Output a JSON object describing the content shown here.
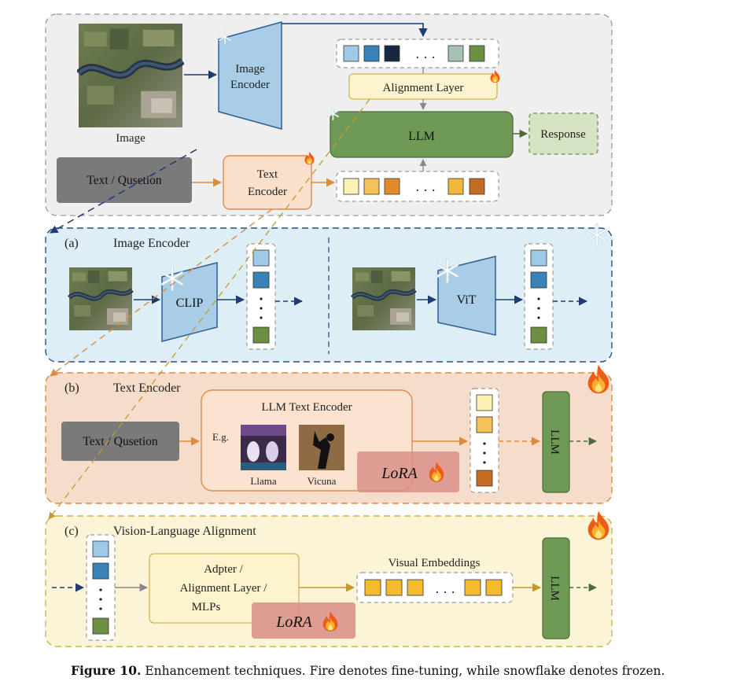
{
  "top": {
    "image_label": "Image",
    "image_encoder_line1": "Image",
    "image_encoder_line2": "Encoder",
    "alignment_layer": "Alignment Layer",
    "llm": "LLM",
    "response": "Response",
    "text_question": "Text / Qusetion",
    "text_encoder_line1": "Text",
    "text_encoder_line2": "Encoder",
    "dots": ". . ."
  },
  "section_a": {
    "marker": "(a)",
    "title": "Image Encoder",
    "clip": "CLIP",
    "vit": "ViT"
  },
  "section_b": {
    "marker": "(b)",
    "title": "Text Encoder",
    "text_question": "Text / Qusetion",
    "llm_text_encoder": "LLM Text Encoder",
    "eg": "E.g.",
    "llama": "Llama",
    "vicuna": "Vicuna",
    "lora": "LoRA",
    "llm": "LLM"
  },
  "section_c": {
    "marker": "(c)",
    "title": "Vision-Language Alignment",
    "adapter_line1": "Adpter /",
    "adapter_line2": "Alignment Layer /",
    "adapter_line3": "MLPs",
    "visual_embeddings": "Visual Embeddings",
    "lora": "LoRA",
    "llm": "LLM",
    "dots": ". . ."
  },
  "caption": {
    "label": "Figure 10.",
    "text": " Enhancement techniques. Fire denotes fine-tuning, while snowflake denotes frozen."
  },
  "colors": {
    "top_panel": "#efefef",
    "panel_a": "#ddeef6",
    "panel_b": "#f6dccb",
    "panel_c": "#fcf4d6",
    "encoder_blue": "#a9cde6",
    "llm_green": "#6f9a55",
    "text_box_grey": "#7a7a7a",
    "text_encoder_orange": "#fbe0cb",
    "alignment_yellow": "#fdf3cc",
    "lora_red": "#d9908a",
    "navy": "#1f3b73",
    "orange_arrow": "#dd8a3c",
    "gold_arrow": "#c59a2a"
  }
}
